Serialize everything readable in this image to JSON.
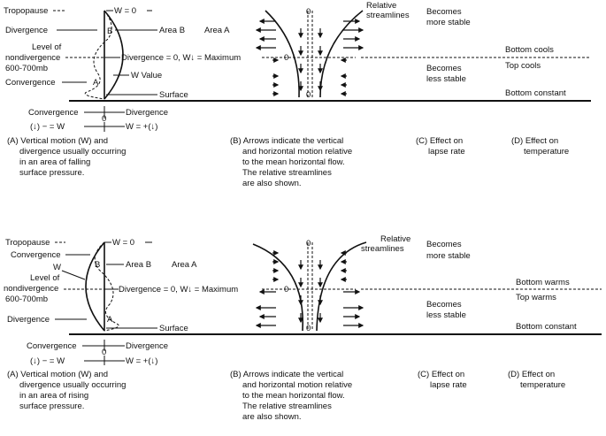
{
  "panels": [
    {
      "id": "falling",
      "left": {
        "tropopause": "Tropopause",
        "w_zero": "W = 0",
        "upper_label": "Divergence",
        "level_line1": "Level of",
        "level_line2": "nondivergence",
        "level_line3": "600-700mb",
        "lower_label": "Convergence",
        "w_label": "W Value",
        "area_b": "B",
        "area_a": "A",
        "area_b_text": "Area  B",
        "area_a_text": "Area  A",
        "mid_text": "Divergence = 0, W↓ = Maximum",
        "surface": "Surface"
      },
      "axis": {
        "left_top": "Convergence",
        "right_top": "Divergence",
        "zero": "0",
        "left_bottom": "(↓) − = W",
        "right_bottom": "W = +(↓)"
      },
      "middle": {
        "zero_label": "0",
        "streamlines": "Relative\nstreamlines"
      },
      "right": {
        "top": "Becomes\nmore stable",
        "bottom_cools": "Bottom cools",
        "top_cools": "Top cools",
        "less_stable": "Becomes\nless stable",
        "bottom_constant": "Bottom constant"
      },
      "captions": {
        "a": "(A)  Vertical motion (W) and\ndivergence usually occurring\nin an area of falling\nsurface pressure.",
        "b": "(B)  Arrows indicate the vertical\nand horizontal motion relative\nto the mean horizontal flow.\nThe relative streamlines\nare also shown.",
        "c": "(C)  Effect on\nlapse rate",
        "d": "(D)  Effect on\ntemperature"
      }
    },
    {
      "id": "rising",
      "left": {
        "tropopause": "Tropopause",
        "w_zero": "W = 0",
        "upper_label": "Convergence",
        "w_label": "W",
        "level_line1": "Level of",
        "level_line2": "nondivergence",
        "level_line3": "600-700mb",
        "lower_label": "Divergence",
        "area_b": "B",
        "area_a": "A",
        "area_b_text": "Area B",
        "area_a_text": "Area A",
        "mid_text": "Divergence = 0, W↓ = Maximum",
        "surface": "Surface"
      },
      "axis": {
        "left_top": "Convergence",
        "right_top": "Divergence",
        "zero": "0",
        "left_bottom": "(↓) − = W",
        "right_bottom": "W = +(↓)"
      },
      "middle": {
        "zero_label": "0",
        "streamlines": "Relative\nstreamlines"
      },
      "right": {
        "top": "Becomes\nmore stable",
        "bottom_warms": "Bottom warms",
        "top_warms": "Top warms",
        "less_stable": "Becomes\nless stable",
        "bottom_constant": "Bottom constant"
      },
      "captions": {
        "a": "(A)  Vertical motion (W) and\ndivergence usually occurring\nin an area of rising\nsurface pressure.",
        "b": "(B)  Arrows indicate the vertical\nand horizontal motion relative\nto the mean horizontal flow.\nThe relative streamlines\nare also shown.",
        "c": "(C)  Effect  on\nlapse rate",
        "d": "(D)  Effect  on\ntemperature"
      }
    }
  ]
}
